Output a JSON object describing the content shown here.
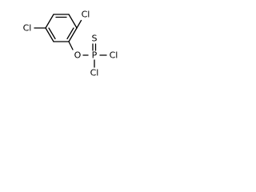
{
  "structure": {
    "atoms": {
      "cl_top": "Cl",
      "cl_left": "Cl",
      "o_ester": "O",
      "p_center": "P",
      "s_thio": "S",
      "cl_p_right": "Cl",
      "cl_p_bottom": "Cl"
    }
  }
}
